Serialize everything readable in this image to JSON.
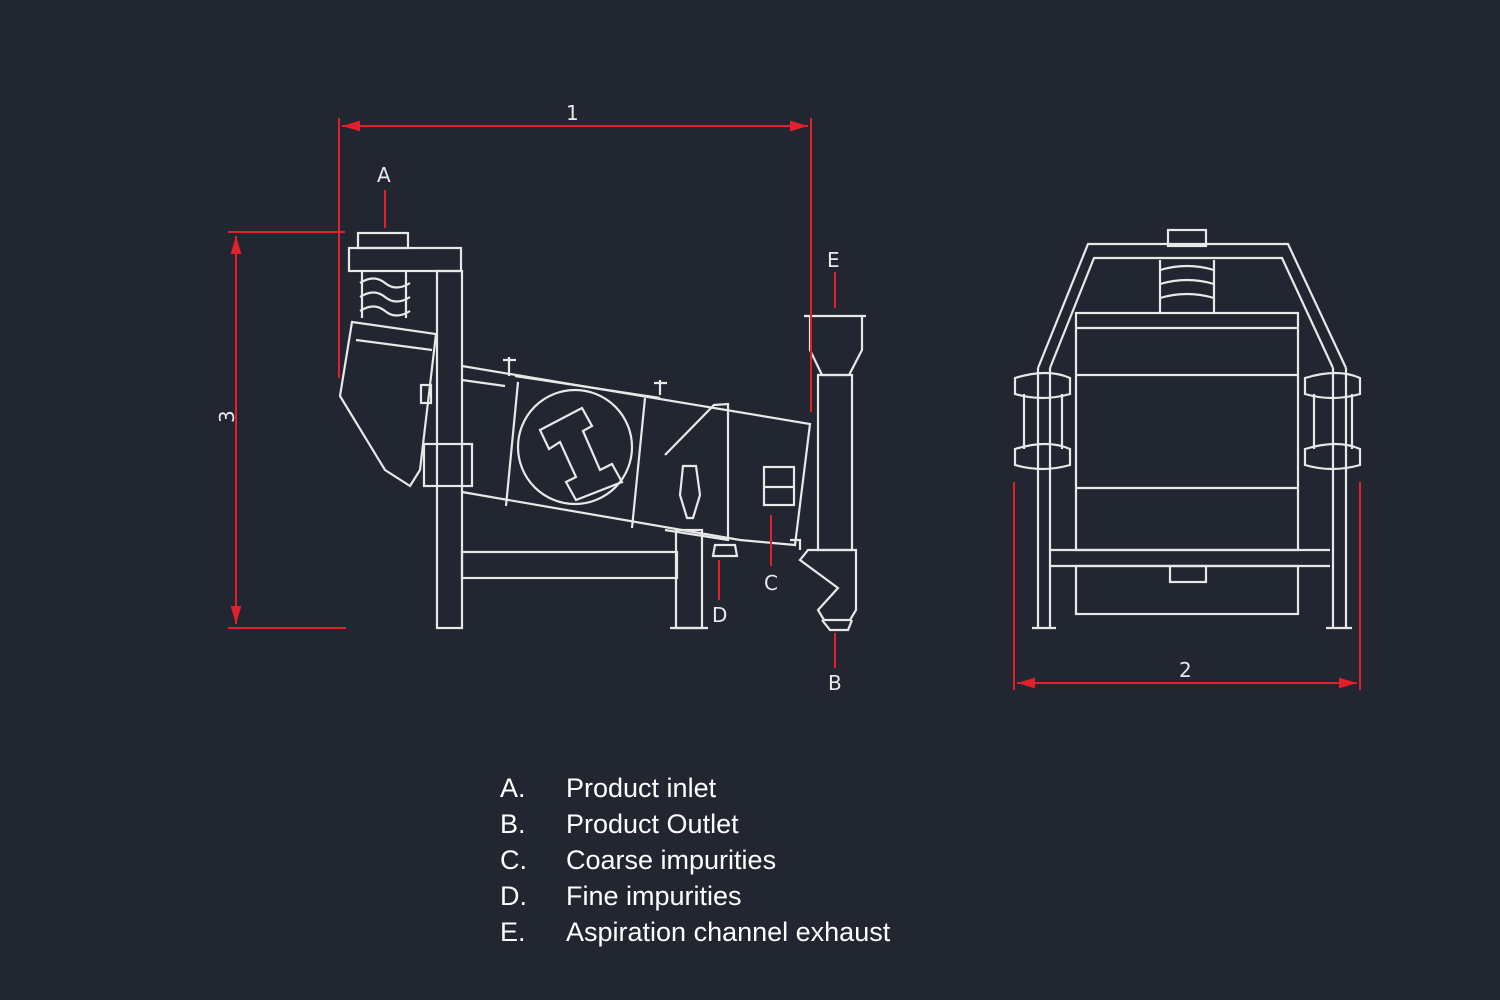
{
  "colors": {
    "background": "#212630",
    "lines": "#e8e8e8",
    "dimensions": "#e0202a"
  },
  "dimensions": {
    "d1": "1",
    "d2": "2",
    "d3": "3"
  },
  "callouts": {
    "a": "A",
    "b": "B",
    "c": "C",
    "d": "D",
    "e": "E"
  },
  "legend": [
    {
      "letter": "A.",
      "text": "Product inlet"
    },
    {
      "letter": "B.",
      "text": "Product Outlet"
    },
    {
      "letter": "C.",
      "text": "Coarse impurities"
    },
    {
      "letter": "D.",
      "text": "Fine impurities"
    },
    {
      "letter": "E.",
      "text": "Aspiration channel exhaust"
    }
  ]
}
